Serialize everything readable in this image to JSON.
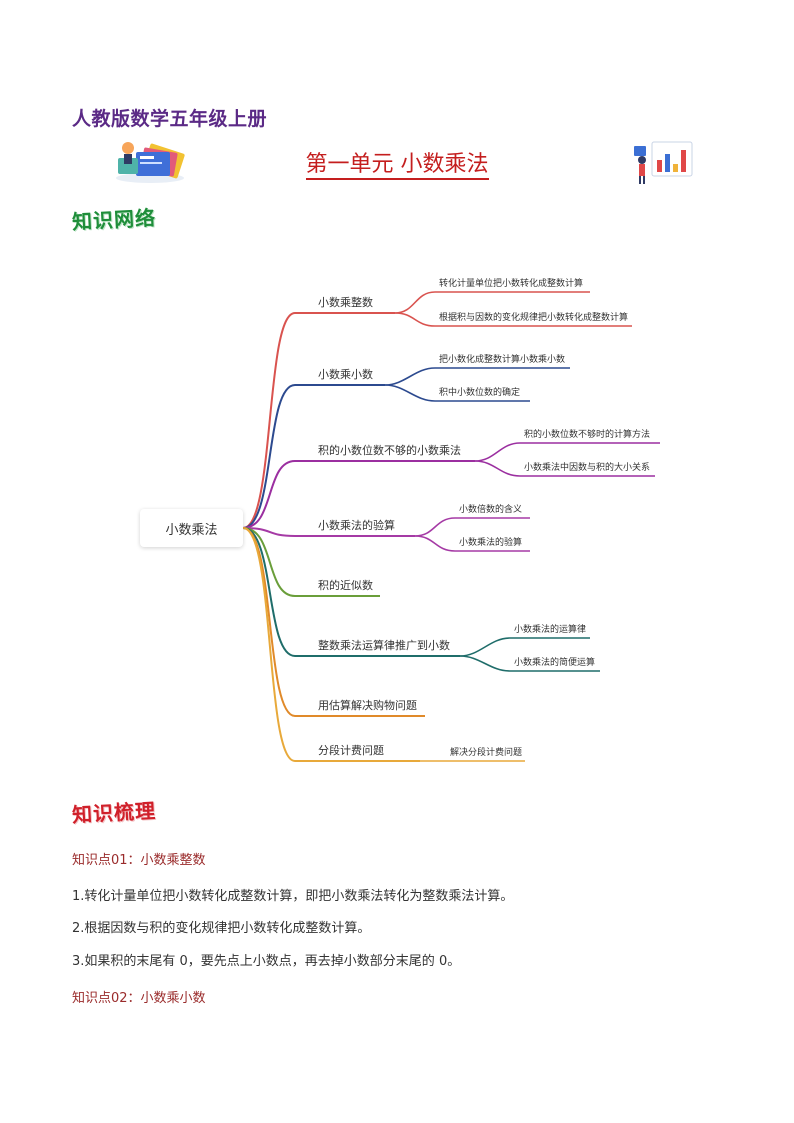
{
  "header": {
    "book_title": "人教版数学五年级上册"
  },
  "unit": {
    "title": "第一单元 小数乘法"
  },
  "sections": {
    "network_heading": "知识网络",
    "sort_heading": "知识梳理"
  },
  "mindmap": {
    "root": "小数乘法",
    "branches": [
      {
        "label": "小数乘整数",
        "color": "#d9534f",
        "children": [
          "转化计量单位把小数转化成整数计算",
          "根据积与因数的变化规律把小数转化成整数计算"
        ]
      },
      {
        "label": "小数乘小数",
        "color": "#2c4a8f",
        "children": [
          "把小数化成整数计算小数乘小数",
          "积中小数位数的确定"
        ]
      },
      {
        "label": "积的小数位数不够的小数乘法",
        "color": "#9b2fa0",
        "children": [
          "积的小数位数不够时的计算方法",
          "小数乘法中因数与积的大小关系"
        ]
      },
      {
        "label": "小数乘法的验算",
        "color": "#a53aa5",
        "children": [
          "小数倍数的含义",
          "小数乘法的验算"
        ]
      },
      {
        "label": "积的近似数",
        "color": "#6a9e3a",
        "children": []
      },
      {
        "label": "整数乘法运算律推广到小数",
        "color": "#1f6d6a",
        "children": [
          "小数乘法的运算律",
          "小数乘法的简便运算"
        ]
      },
      {
        "label": "用估算解决购物问题",
        "color": "#e08a2a",
        "children": []
      },
      {
        "label": "分段计费问题",
        "color": "#e8a93a",
        "children": [
          "解决分段计费问题"
        ]
      }
    ]
  },
  "knowledge": {
    "kp1_title": "知识点01：小数乘整数",
    "kp1_points": [
      "1.转化计量单位把小数转化成整数计算，即把小数乘法转化为整数乘法计算。",
      "2.根据因数与积的变化规律把小数转化成整数计算。",
      "3.如果积的末尾有 0，要先点上小数点，再去掉小数部分末尾的 0。"
    ],
    "kp2_title": "知识点02：小数乘小数"
  }
}
